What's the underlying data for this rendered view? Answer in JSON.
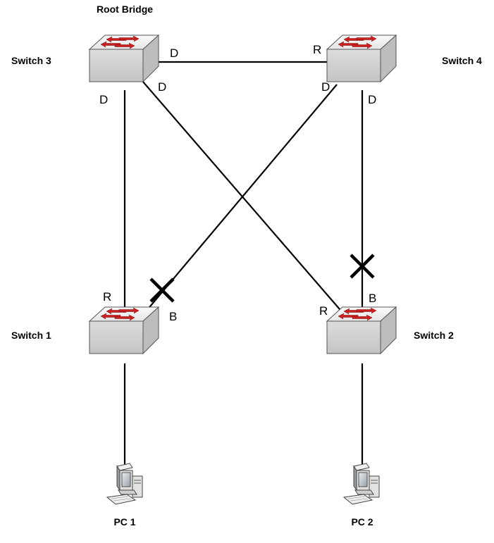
{
  "root_label": "Root Bridge",
  "switches": [
    {
      "id": "sw3",
      "label": "Switch 3"
    },
    {
      "id": "sw4",
      "label": "Switch 4"
    },
    {
      "id": "sw1",
      "label": "Switch 1"
    },
    {
      "id": "sw2",
      "label": "Switch 2"
    }
  ],
  "pcs": [
    {
      "id": "pc1",
      "label": "PC 1"
    },
    {
      "id": "pc2",
      "label": "PC 2"
    }
  ],
  "ports": {
    "sw3_to_sw4": "D",
    "sw4_to_sw3": "R",
    "sw3_to_sw1": "D",
    "sw3_to_sw2": "D",
    "sw4_to_sw1": "D",
    "sw4_to_sw2": "D",
    "sw1_to_sw3": "R",
    "sw1_to_sw4": "B",
    "sw2_to_sw3": "R",
    "sw2_to_sw4": "B"
  },
  "blocked_links": [
    "sw4-sw1",
    "sw4-sw2"
  ],
  "colors": {
    "switch_top": "#f2f2f2",
    "switch_side": "#d4d4d4",
    "arrow": "#cc1f1f",
    "line": "#000000"
  }
}
